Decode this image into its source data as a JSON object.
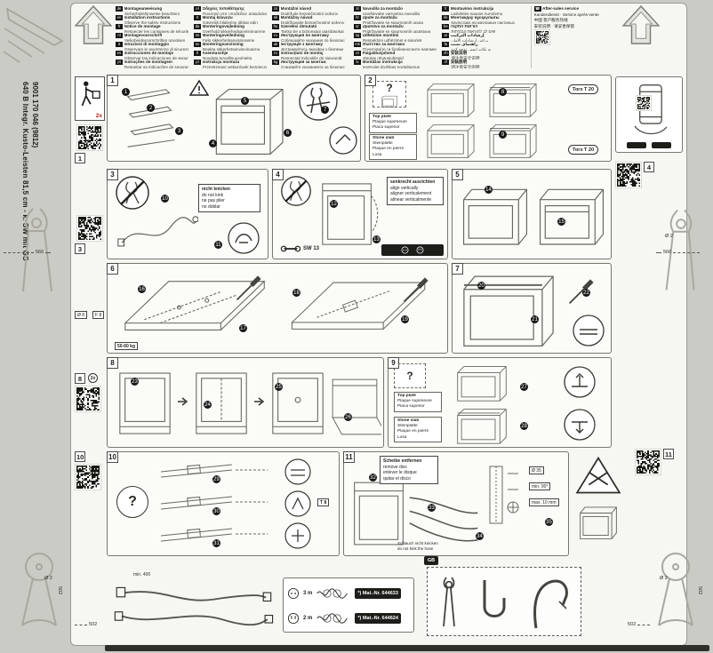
{
  "sheet": {
    "model_line": "640 B Integr. Kusto-Leisten 81,5 cm - k. SW mit GS",
    "doc_number": "9001 170 046 (9812)"
  },
  "legend_left": {
    "items": [
      {
        "code": "de",
        "line1": "Montageanweisung",
        "line2": "Sicherheitshinweise beachten!"
      },
      {
        "code": "en",
        "line1": "Installation instructions",
        "line2": "Observe the safety instructions"
      },
      {
        "code": "fr",
        "line1": "Notice de montage",
        "line2": "Respecter les consignes de sécurité"
      },
      {
        "code": "nl",
        "line1": "Montagevoorschrift",
        "line2": "Veiligheidsvoorschriften opvolgen"
      },
      {
        "code": "it",
        "line1": "Istruzioni di montaggio",
        "line2": "Osservare le avvertenze di sicurezza"
      },
      {
        "code": "es",
        "line1": "Instrucciones de montaje",
        "line2": "Observar las indicaciones de seguridad"
      },
      {
        "code": "pt",
        "line1": "Instruções de montagem",
        "line2": "Respeitar as indicações de segurança"
      },
      {
        "code": "el",
        "line1": "Οδηγίες τοποθέτησης",
        "line2": "Προσοχή στις υποδείξεις ασφαλείας"
      },
      {
        "code": "tr",
        "line1": "Montaj kılavuzu",
        "line2": "Güvenlik bilgilerine dikkat edin"
      },
      {
        "code": "da",
        "line1": "Monteringsvejledning",
        "line2": "Overhold sikkerhedsanvisningerne"
      },
      {
        "code": "no",
        "line1": "Monteringsveiledning",
        "line2": "Følg sikkerhetsanvisningene"
      },
      {
        "code": "sv",
        "line1": "Monteringsanvisning",
        "line2": "Beakta säkerhetsanvisningarna"
      },
      {
        "code": "fi",
        "line1": "Asennusohje",
        "line2": "Noudata turvallisuusohjeita"
      },
      {
        "code": "pl",
        "line1": "Instrukcja montażu",
        "line2": "Przestrzegać wskazówek bezpieczeństwa"
      },
      {
        "code": "cs",
        "line1": "Montážní návod",
        "line2": "Dodržujte bezpečnostní pokyny"
      },
      {
        "code": "sk",
        "line1": "Montážny návod",
        "line2": "Dodržiavajte bezpečnostné pokyny"
      },
      {
        "code": "hu",
        "line1": "Szerelési útmutató",
        "line2": "Tartsa be a biztonsági utasításokat"
      },
      {
        "code": "ru",
        "line1": "Инструкция по монтажу",
        "line2": "Соблюдайте указания по безопасности"
      },
      {
        "code": "uk",
        "line1": "Інструкція з монтажу",
        "line2": "Дотримуйтесь вказівок з безпеки"
      },
      {
        "code": "ro",
        "line1": "Instrucţiuni de montaj",
        "line2": "Respectaţi indicaţiile de siguranţă"
      },
      {
        "code": "bg",
        "line1": "Инструкция за монтаж",
        "line2": "Спазвайте указанията за безопасност"
      }
    ]
  },
  "legend_right": {
    "items": [
      {
        "code": "sl",
        "line1": "Navodila za montažo",
        "line2": "Upoštevajte varnostna navodila"
      },
      {
        "code": "hr",
        "line1": "Upute za montažu",
        "line2": "Pridržavajte se sigurnosnih uputa"
      },
      {
        "code": "sr",
        "line1": "Uputstvo za montažu",
        "line2": "Pridržavajte se sigurnosnih uputstava"
      },
      {
        "code": "sq",
        "line1": "Udhëzime montimi",
        "line2": "Respektoni udhëzimet e sigurisë"
      },
      {
        "code": "mk",
        "line1": "Упатство за монтажа",
        "line2": "Почитувајте ги безбедносните напомени"
      },
      {
        "code": "et",
        "line1": "Paigaldusjuhend",
        "line2": "Järgige ohutusjuhiseid"
      },
      {
        "code": "lv",
        "line1": "Montāžas instrukcija",
        "line2": "Ievērojiet drošības norādījumus"
      },
      {
        "code": "lt",
        "line1": "Montavimo instrukcija",
        "line2": "Laikykitės saugos nurodymų"
      },
      {
        "code": "kk",
        "line1": "Монтаждау нұсқаулығы",
        "line2": "Қауіпсіздік нұсқауларын сақтаңыз"
      },
      {
        "code": "he",
        "line1": "הוראות התקנה",
        "line2": "שים לב להוראות הבטיחות"
      },
      {
        "code": "ar",
        "line1": "إرشادات التركيب",
        "line2": "يراعى إرشادات الأمان"
      },
      {
        "code": "fa",
        "line1": "راهنمای نصب",
        "line2": "به نکات ایمنی توجه کنید"
      },
      {
        "code": "zh",
        "line1": "安装说明",
        "line2": "请注意安全说明"
      },
      {
        "code": "zf",
        "line1": "安裝說明",
        "line2": "請注意安全說明"
      }
    ],
    "service": {
      "phone_icon": "☎",
      "lines": [
        "After-sales service",
        "Kundendienst · Service après-vente",
        "中国 客户服务热线",
        "安装说明 · 请妥善保管"
      ]
    }
  },
  "margin": {
    "person_count": "2x",
    "qr_labels": {
      "q1": "1",
      "q3": "3",
      "q4": "4",
      "q8": "8",
      "q8_extra": "2x",
      "q10": "10",
      "q11": "11"
    },
    "dims": {
      "d566": "566",
      "d502": "502",
      "dia2": "Ø 2",
      "dia8": "Ø 8",
      "f8": "F 8"
    }
  },
  "panels": {
    "p1": {
      "num": "1",
      "callouts": [
        "1",
        "2",
        "3",
        "4",
        "5",
        "6",
        "7"
      ]
    },
    "p2": {
      "num": "2",
      "question": "?",
      "torx": "Torx T 20",
      "label_top": [
        "Top plate",
        "Plaque supérieure",
        "Placa superior"
      ],
      "label_bottom": [
        "Stone slab",
        "Steinplatte",
        "Plaque en pierre",
        "Losa"
      ],
      "callouts": [
        "8",
        "9"
      ]
    },
    "p3": {
      "num": "3",
      "note": [
        "nicht knicken",
        "do not kink",
        "ne pas plier",
        "no doblar"
      ],
      "callouts": [
        "10",
        "11"
      ]
    },
    "p4": {
      "num": "4",
      "note": [
        "senkrecht ausrichten",
        "align vertically",
        "aligner verticalement",
        "alinear verticalmente"
      ],
      "wrench": "SW 13",
      "callouts": [
        "12",
        "13"
      ]
    },
    "p5": {
      "num": "5",
      "callouts": [
        "14",
        "15"
      ]
    },
    "p6": {
      "num": "6",
      "weight": "50-60 kg",
      "callouts": [
        "16",
        "17",
        "18",
        "19"
      ]
    },
    "p7": {
      "num": "7",
      "callouts": [
        "20",
        "21",
        "22"
      ]
    },
    "p8": {
      "num": "8",
      "callouts": [
        "23",
        "24",
        "25",
        "26"
      ]
    },
    "p9": {
      "num": "9",
      "question": "?",
      "label_top": [
        "Top plate",
        "Plaque supérieure",
        "Placa superior"
      ],
      "label_bottom": [
        "Stone slab",
        "Steinplatte",
        "Plaque en pierre",
        "Losa"
      ],
      "callouts": [
        "27",
        "28"
      ]
    },
    "p10": {
      "num": "10",
      "question": "?",
      "chip": "T 8",
      "callouts": [
        "29",
        "30",
        "31"
      ]
    },
    "p11": {
      "num": "11",
      "note": [
        "Scheibe entfernen",
        "remove disc",
        "enlever le disque",
        "quitar el disco"
      ],
      "chips": [
        "Ø 35",
        "min. 90°",
        "max. 10 mm"
      ],
      "black_note": [
        "Schlauch nicht knicken",
        "do not kink the hose"
      ],
      "callouts": [
        "32",
        "33",
        "34",
        "35"
      ]
    }
  },
  "bottom": {
    "gb_chip": "GB",
    "hose_dim": "min. 400",
    "rows": [
      {
        "len": "3 m",
        "mat": "*) Mat.-Nr. 644633"
      },
      {
        "len": "2 m",
        "mat": "*) Mat.-Nr. 644624"
      }
    ]
  }
}
